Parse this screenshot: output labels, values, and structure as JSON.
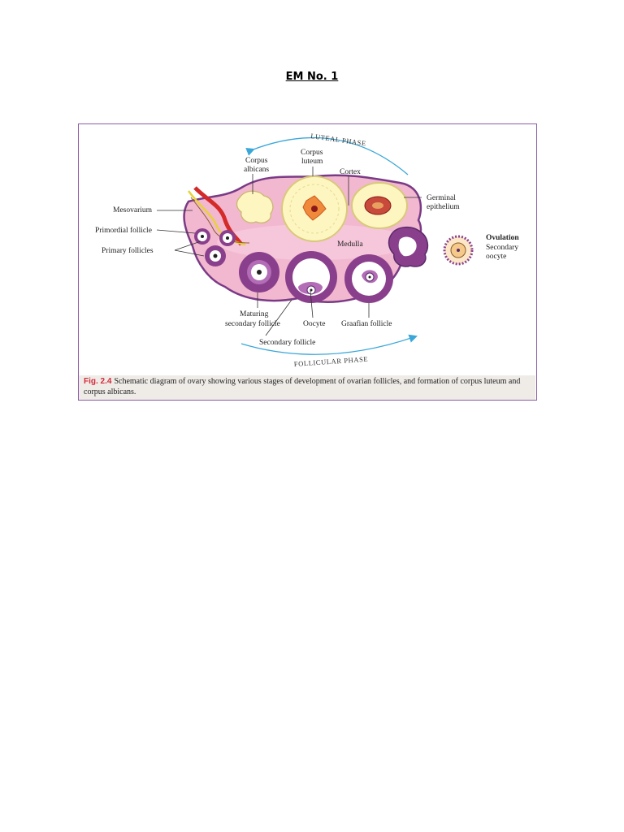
{
  "heading": "EM No. 1",
  "figure": {
    "phases": {
      "luteal": "LUTEAL PHASE",
      "follicular": "FOLLICULAR PHASE"
    },
    "labels": {
      "corpus_albicans_1": "Corpus",
      "corpus_albicans_2": "albicans",
      "corpus_luteum_1": "Corpus",
      "corpus_luteum_2": "luteum",
      "cortex": "Cortex",
      "germinal_epithelium_1": "Germinal",
      "germinal_epithelium_2": "epithelium",
      "mesovarium": "Mesovarium",
      "primordial_follicle": "Primordial follicle",
      "primary_follicles": "Primary follicles",
      "medulla": "Medulla",
      "ovulation": "Ovulation",
      "secondary_oocyte_1": "Secondary",
      "secondary_oocyte_2": "oocyte",
      "maturing_secondary_follicle_1": "Maturing",
      "maturing_secondary_follicle_2": "secondary follicle",
      "oocyte": "Oocyte",
      "graafian_follicle": "Graafian follicle",
      "secondary_follicle": "Secondary follicle"
    },
    "caption": {
      "number": "Fig. 2.4",
      "text": "Schematic diagram of ovary showing various stages of development of ovarian follicles, and formation of corpus luteum and corpus albicans."
    }
  },
  "colors": {
    "border": "#8e5ba8",
    "ovary_fill": "#f2b8cf",
    "ovary_edge": "#7a3a86",
    "follicle_purple": "#8a3f8c",
    "luteum_yellow": "#fdf6c0",
    "arrow_blue": "#3ba7d9",
    "caption_red": "#d32a3a"
  }
}
